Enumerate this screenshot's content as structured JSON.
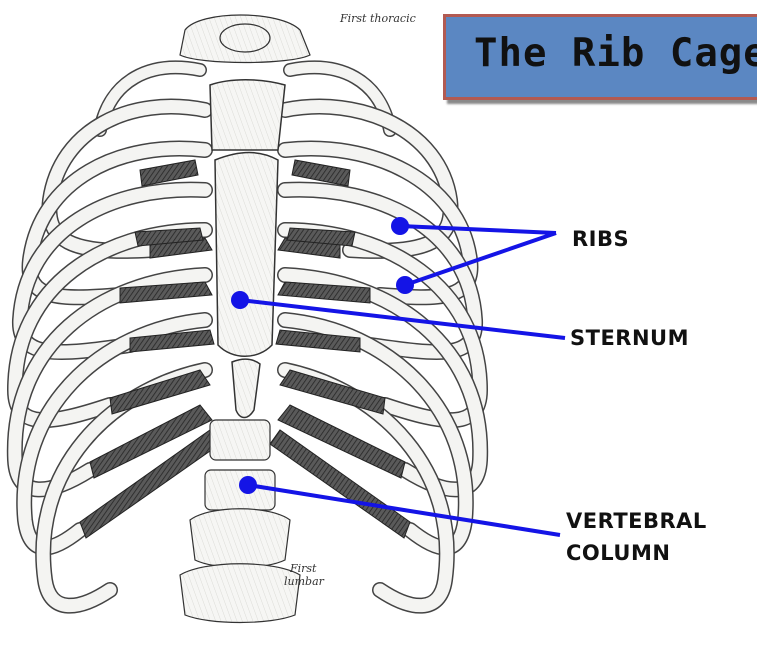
{
  "title": "The Rib Cage",
  "labels": {
    "ribs": "RIBS",
    "sternum": "STERNUM",
    "vertebral_line1": "VERTEBRAL",
    "vertebral_line2": "COLUMN"
  },
  "anatomy_annotations": {
    "first_thoracic": "First thoracic",
    "first_lumbar_line1": "First",
    "first_lumbar_line2": "lumbar"
  },
  "colors": {
    "title_background": "#5b87c2",
    "title_border": "#b25a52",
    "pointer": "#1414e6",
    "cartilage": "#4a4a4a",
    "bone_stroke": "#333333"
  }
}
